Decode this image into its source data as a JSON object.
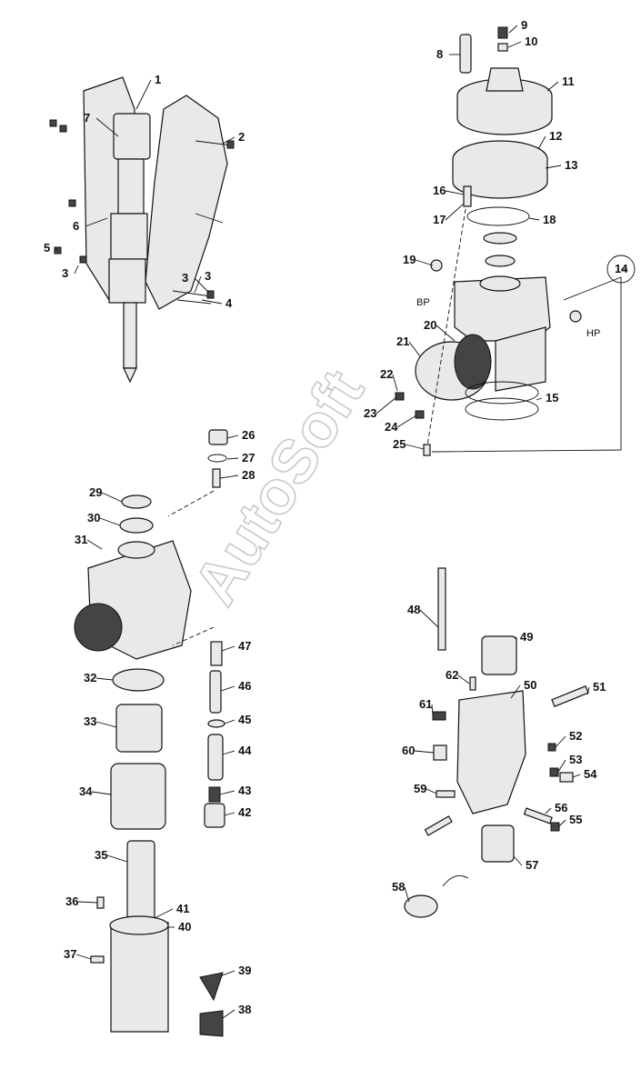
{
  "watermark": "AutoSoft",
  "labels": {
    "bp": "BP",
    "hp": "HP"
  },
  "callouts": [
    "1",
    "2",
    "3",
    "3",
    "3",
    "4",
    "5",
    "6",
    "7",
    "8",
    "9",
    "10",
    "11",
    "12",
    "13",
    "14",
    "15",
    "16",
    "17",
    "18",
    "19",
    "20",
    "21",
    "22",
    "23",
    "24",
    "25",
    "26",
    "27",
    "28",
    "29",
    "30",
    "31",
    "32",
    "33",
    "34",
    "35",
    "36",
    "37",
    "38",
    "39",
    "40",
    "41",
    "42",
    "43",
    "44",
    "45",
    "46",
    "47",
    "48",
    "49",
    "50",
    "51",
    "52",
    "53",
    "54",
    "55",
    "56",
    "57",
    "58",
    "59",
    "60",
    "61",
    "62"
  ]
}
